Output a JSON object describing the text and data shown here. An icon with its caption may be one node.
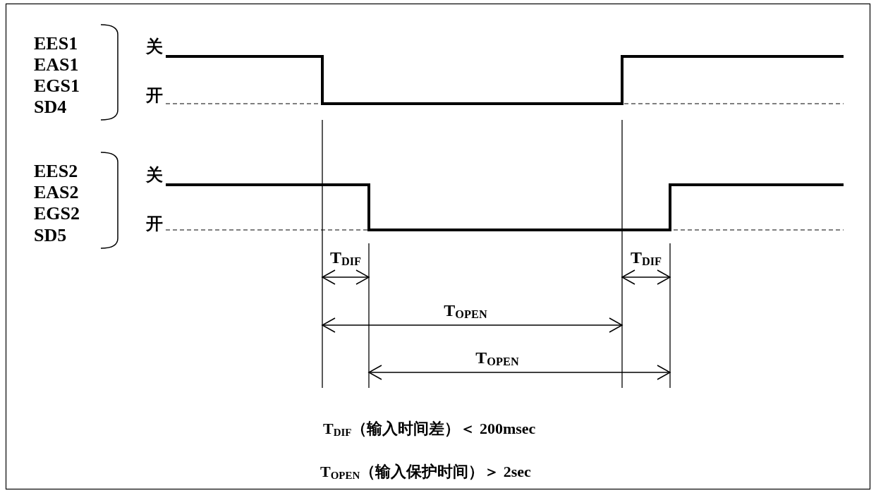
{
  "diagram": {
    "labels": [
      "EES1",
      "EAS1",
      "EGS1",
      "SD4",
      "关",
      "开",
      "EES2",
      "EAS2",
      "EGS2",
      "SD5",
      "关",
      "开",
      "T$_{DIF}$",
      "T$_{DIF}$",
      "T$_{OPEN}$",
      "T$_{OPEN}$",
      "T$_{DIF}$（输入时间差）＜ 200msec",
      "T$_{OPEN}$（输入保护时间）＞ 2sec"
    ]
  }
}
